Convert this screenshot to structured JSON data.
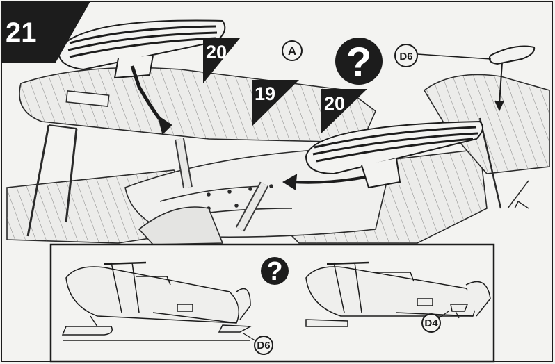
{
  "step": {
    "number": "21"
  },
  "labels": {
    "part_20_left": "20",
    "part_19": "19",
    "part_20_right": "20",
    "option_a": "A",
    "part_d6_top": "D6",
    "part_d6_inset": "D6",
    "part_d4_inset": "D4"
  },
  "symbols": {
    "question_main": "?",
    "question_inset": "?"
  },
  "colors": {
    "ink": "#1c1c1c",
    "paper": "#f3f3f1"
  }
}
